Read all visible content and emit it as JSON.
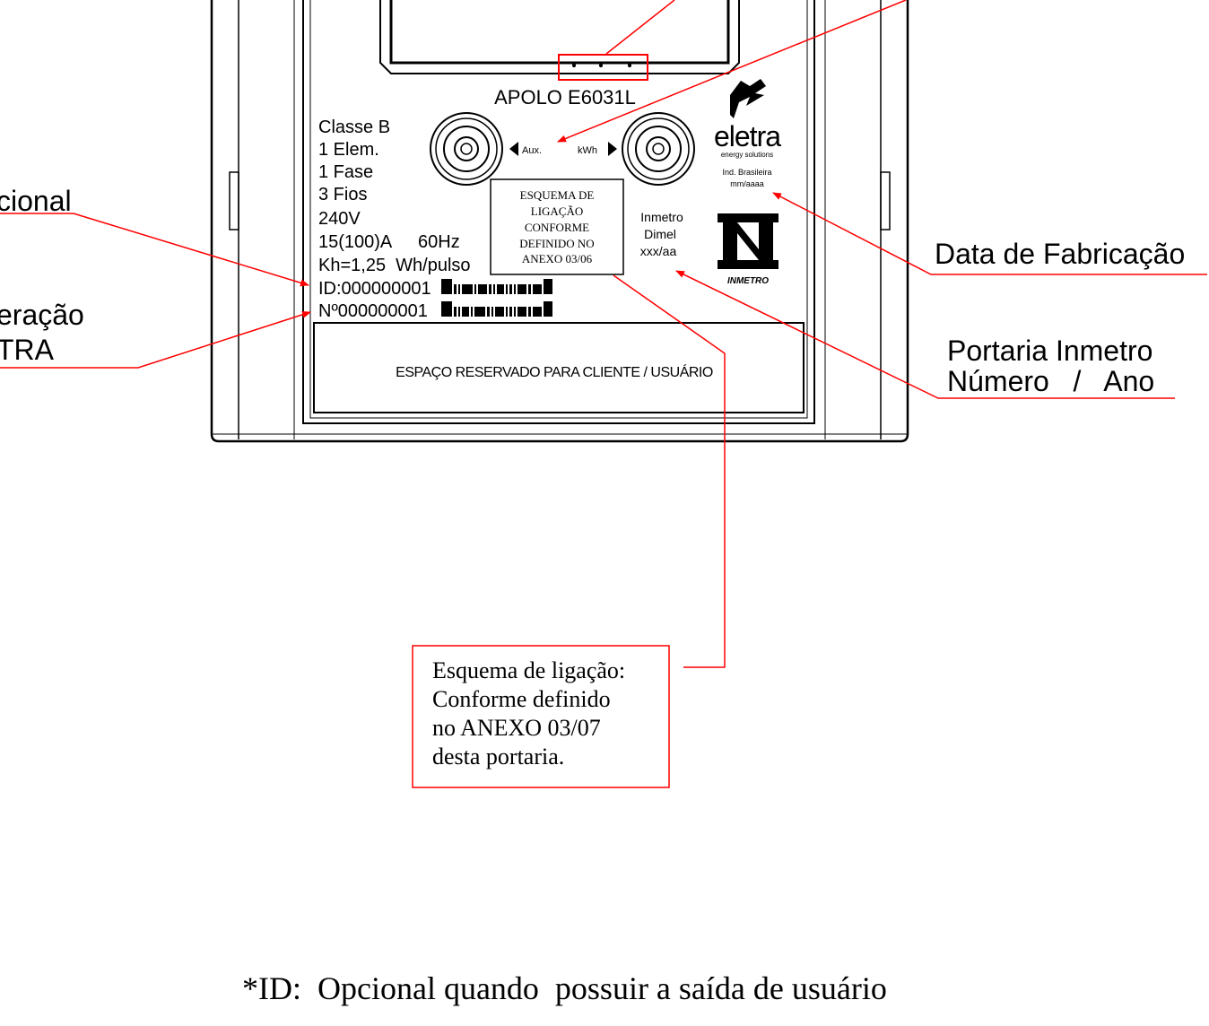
{
  "meter": {
    "model": "APOLO E6031L",
    "specs": [
      "Classe B",
      "1 Elem.",
      "1 Fase",
      "3 Fios",
      "240V"
    ],
    "current": "15(100)A",
    "frequency": "60Hz",
    "kh": "Kh=1,25  Wh/pulso",
    "id_line": "ID:000000001",
    "number_line": "Nº000000001",
    "aux_label": "Aux.",
    "kwh_label": "kWh",
    "scheme_box": [
      "ESQUEMA DE",
      "LIGAÇÃO",
      "CONFORME",
      "DEFINIDO NO",
      "ANEXO 03/06"
    ],
    "inmetro_block": [
      "Inmetro",
      "Dimel",
      "xxx/aa"
    ],
    "brand": "eletra",
    "brand_sub": "energy solutions",
    "brand_origin": "Ind. Brasileira",
    "brand_date": "mm/aaaa",
    "inmetro_logo_text": "INMETRO",
    "reserved_area": "ESPAÇO RESERVADO PARA CLIENTE / USUÁRIO"
  },
  "callouts": {
    "left_top": "cional",
    "left_bottom_1": "eração",
    "left_bottom_2": "TRA",
    "right_top": "Data de Fabricação",
    "right_bottom_1": "Portaria Inmetro",
    "right_bottom_2": "Número   /   Ano",
    "note_box": [
      "Esquema de ligação:",
      "Conforme definido",
      "no ANEXO 03/07",
      "desta portaria."
    ]
  },
  "footnote": "*ID:  Opcional quando  possuir a saída de usuário",
  "colors": {
    "callout_line": "#ff0000",
    "outline": "#000000"
  }
}
